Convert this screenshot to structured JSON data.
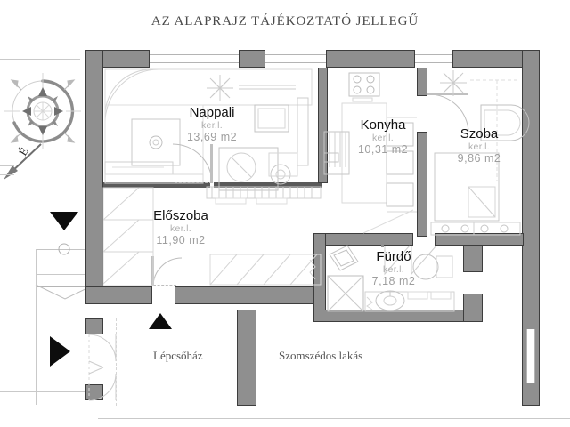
{
  "title": "AZ  ALAPRAJZ TÁJÉKOZTATÓ JELLEGŰ",
  "rooms": [
    {
      "id": "nappali",
      "name": "Nappali",
      "ker": "ker.l.",
      "area": "13,69  m2"
    },
    {
      "id": "konyha",
      "name": "Konyha",
      "ker": "ker.l.",
      "area": "10,31  m2"
    },
    {
      "id": "szoba",
      "name": "Szoba",
      "ker": "ker.l.",
      "area": "9,86  m2"
    },
    {
      "id": "eloszoba",
      "name": "Előszoba",
      "ker": "ker.l.",
      "area": "11,90  m2"
    },
    {
      "id": "furdo",
      "name": "Fürdő",
      "ker": "ker.l.",
      "area": "7,18  m2"
    }
  ],
  "outside_labels": {
    "stairwell": "Lépcsőház",
    "neighbour": "Szomszédos lakás"
  },
  "compass": {
    "north_label": "É"
  },
  "colors": {
    "wall": "#8f8f8f",
    "wall_outline": "#3d3d3d",
    "label_text": "#111111",
    "area_text": "#9e9e9e",
    "title_text": "#4a4a4a",
    "furniture_line": "#c4c4c4"
  }
}
